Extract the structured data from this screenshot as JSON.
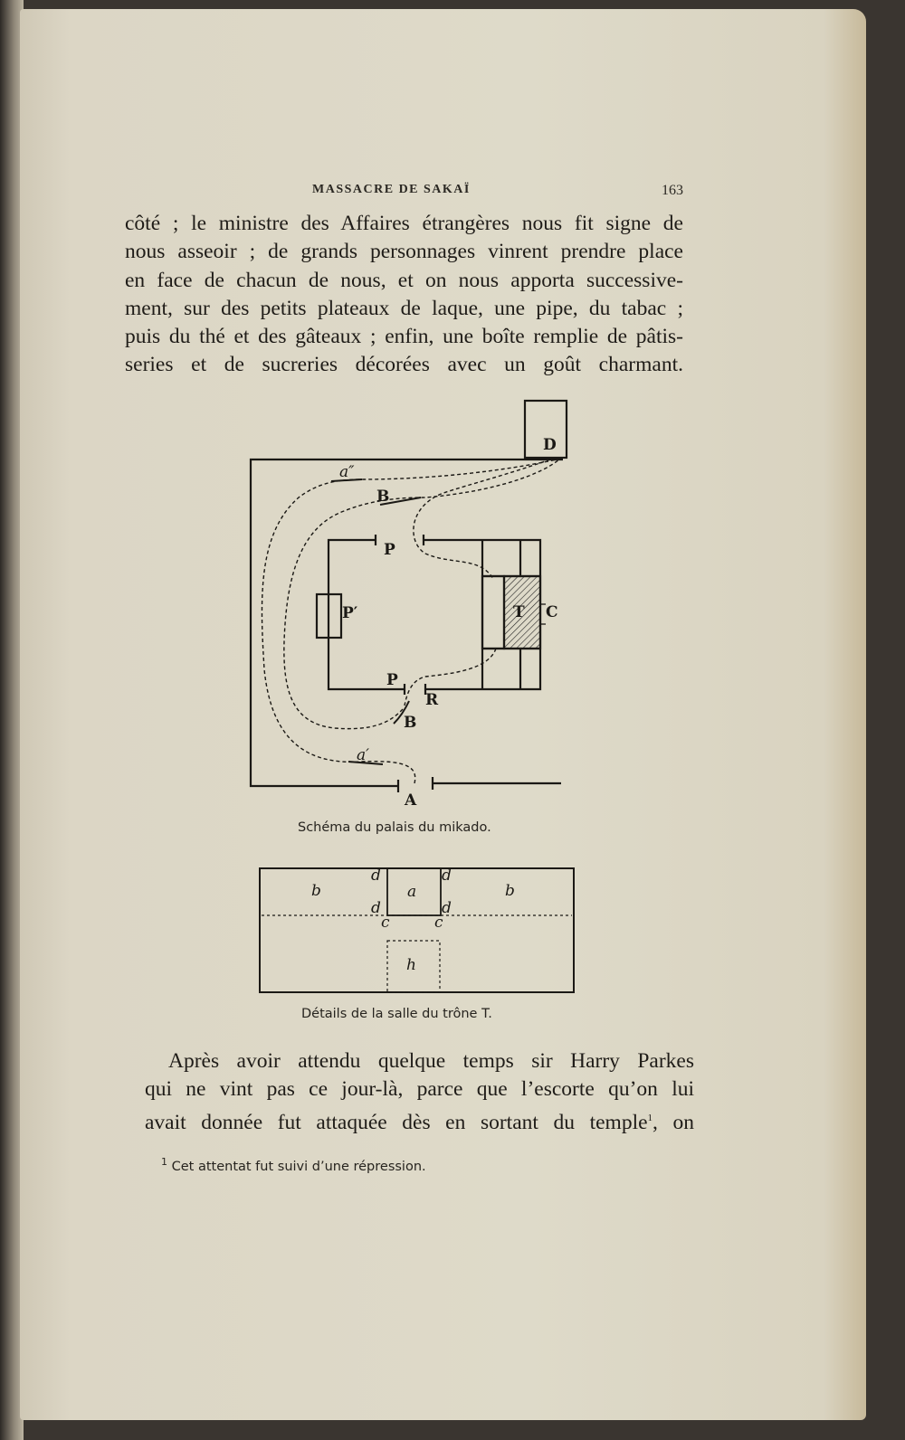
{
  "header": {
    "running_title": "MASSACRE DE SAKAÏ",
    "page_number": "163"
  },
  "paragraph1": [
    "côté ; le ministre des Affaires étrangères nous fit signe de",
    "nous asseoir ; de grands personnages vinrent prendre place",
    "en face de chacun de nous, et on nous apporta successive-",
    "ment, sur des petits plateaux de laque, une pipe, du tabac ;",
    "puis du thé et des gâteaux ; enfin, une boîte remplie de pâtis-",
    "series et de sucreries décorées avec un goût charmant."
  ],
  "figure1": {
    "caption": "Schéma du palais du mikado.",
    "labels": {
      "D": "D",
      "a2": "a″",
      "B_top": "B",
      "P_top": "P",
      "P_prime": "P′",
      "T": "T",
      "C": "C",
      "P_bottom": "P",
      "R": "R",
      "B_bottom": "B",
      "a1": "a′",
      "A": "A"
    }
  },
  "figure2": {
    "caption": "Détails de la salle du trône T.",
    "labels": {
      "b_left": "b",
      "a": "a",
      "b_right": "b",
      "d1": "d",
      "d2": "d",
      "d3": "d",
      "d4": "d",
      "c1": "c",
      "c2": "c",
      "h": "h"
    }
  },
  "paragraph2": [
    "Après avoir attendu quelque temps sir Harry Parkes",
    "qui ne vint pas ce jour-là, parce que l’escorte qu’on lui",
    "avait donnée fut attaquée dès en sortant du temple",
    "1",
    ", on"
  ],
  "footnote": {
    "marker": "1",
    "text": "Cet attentat fut suivi d’une répression."
  }
}
